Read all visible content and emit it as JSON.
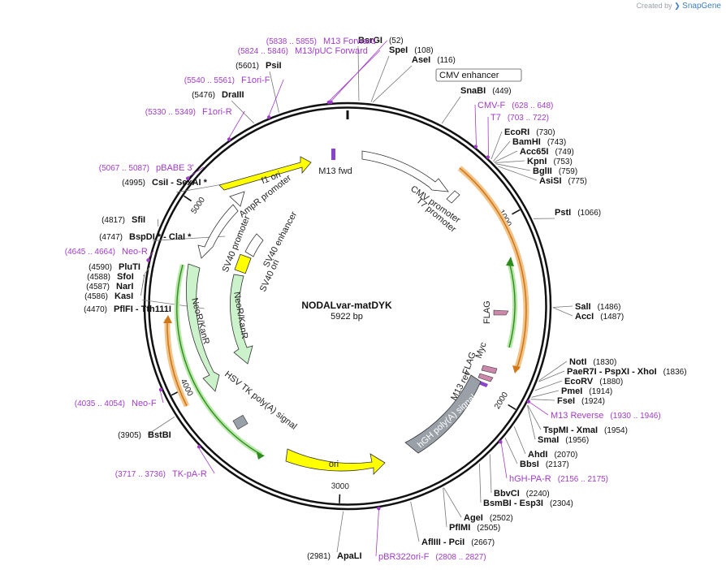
{
  "credit": {
    "prefix": "Created by",
    "brand": "SnapGene"
  },
  "plasmid": {
    "name": "NODALvar-matDYK",
    "size_label": "5922 bp",
    "length": 5922
  },
  "ring_ticks": [
    {
      "pos": 1000,
      "label": "1000"
    },
    {
      "pos": 2000,
      "label": "2000"
    },
    {
      "pos": 3000,
      "label": "3000"
    },
    {
      "pos": 4000,
      "label": "4000"
    },
    {
      "pos": 5000,
      "label": "5000"
    }
  ],
  "sites": [
    {
      "name": "BsrGI",
      "pos": "(52)",
      "bp": 52,
      "side": "R"
    },
    {
      "name": "SpeI",
      "pos": "(108)",
      "bp": 108,
      "side": "R"
    },
    {
      "name": "AseI",
      "pos": "(116)",
      "bp": 116,
      "side": "R"
    },
    {
      "name": "SnaBI",
      "pos": "(449)",
      "bp": 449,
      "side": "R"
    },
    {
      "name": "EcoRI",
      "pos": "(730)",
      "bp": 730,
      "side": "R"
    },
    {
      "name": "BamHI",
      "pos": "(743)",
      "bp": 743,
      "side": "R"
    },
    {
      "name": "Acc65I",
      "pos": "(749)",
      "bp": 749,
      "side": "R"
    },
    {
      "name": "KpnI",
      "pos": "(753)",
      "bp": 753,
      "side": "R"
    },
    {
      "name": "BglII",
      "pos": "(759)",
      "bp": 759,
      "side": "R"
    },
    {
      "name": "AsiSI",
      "pos": "(775)",
      "bp": 775,
      "side": "R"
    },
    {
      "name": "PstI",
      "pos": "(1066)",
      "bp": 1066,
      "side": "R"
    },
    {
      "name": "SalI",
      "pos": "(1486)",
      "bp": 1486,
      "side": "R"
    },
    {
      "name": "AccI",
      "pos": "(1487)",
      "bp": 1487,
      "side": "R"
    },
    {
      "name": "NotI",
      "pos": "(1830)",
      "bp": 1830,
      "side": "R"
    },
    {
      "name": "PaeR7I  - PspXI  - XhoI",
      "pos": "(1836)",
      "bp": 1836,
      "side": "R"
    },
    {
      "name": "EcoRV",
      "pos": "(1880)",
      "bp": 1880,
      "side": "R"
    },
    {
      "name": "PmeI",
      "pos": "(1914)",
      "bp": 1914,
      "side": "R"
    },
    {
      "name": "FseI",
      "pos": "(1924)",
      "bp": 1924,
      "side": "R"
    },
    {
      "name": "TspMI  - XmaI",
      "pos": "(1954)",
      "bp": 1954,
      "side": "R"
    },
    {
      "name": "SmaI",
      "pos": "(1956)",
      "bp": 1956,
      "side": "R"
    },
    {
      "name": "AhdI",
      "pos": "(2070)",
      "bp": 2070,
      "side": "R"
    },
    {
      "name": "BbsI",
      "pos": "(2137)",
      "bp": 2137,
      "side": "R"
    },
    {
      "name": "BbvCI",
      "pos": "(2240)",
      "bp": 2240,
      "side": "R"
    },
    {
      "name": "BsmBI  - Esp3I",
      "pos": "(2304)",
      "bp": 2304,
      "side": "R"
    },
    {
      "name": "AgeI",
      "pos": "(2502)",
      "bp": 2502,
      "side": "R"
    },
    {
      "name": "PflMI",
      "pos": "(2505)",
      "bp": 2505,
      "side": "R"
    },
    {
      "name": "AflIII  - PciI",
      "pos": "(2667)",
      "bp": 2667,
      "side": "R"
    },
    {
      "name": "ApaLI",
      "pos": "(2981)",
      "bp": 2981,
      "side": "L"
    },
    {
      "name": "BstBI",
      "pos": "(3905)",
      "bp": 3905,
      "side": "L"
    },
    {
      "name": "PflFI  - Tth111I",
      "pos": "(4470)",
      "bp": 4470,
      "side": "L"
    },
    {
      "name": "KasI",
      "pos": "(4586)",
      "bp": 4586,
      "side": "L"
    },
    {
      "name": "NarI",
      "pos": "(4587)",
      "bp": 4587,
      "side": "L"
    },
    {
      "name": "SfoI",
      "pos": "(4588)",
      "bp": 4588,
      "side": "L"
    },
    {
      "name": "PluTI",
      "pos": "(4590)",
      "bp": 4590,
      "side": "L"
    },
    {
      "name": "BspDI *  - ClaI *",
      "pos": "(4747)",
      "bp": 4747,
      "side": "L"
    },
    {
      "name": "SfiI",
      "pos": "(4817)",
      "bp": 4817,
      "side": "L"
    },
    {
      "name": "CsiI  - SexAI *",
      "pos": "(4995)",
      "bp": 4995,
      "side": "L"
    },
    {
      "name": "DraIII",
      "pos": "(5476)",
      "bp": 5476,
      "side": "L"
    },
    {
      "name": "PsiI",
      "pos": "(5601)",
      "bp": 5601,
      "side": "L"
    }
  ],
  "primers": [
    {
      "name": "M13 Forward",
      "pos": "(5838 .. 5855)",
      "bp": 5846,
      "side": "L"
    },
    {
      "name": "M13/pUC Forward",
      "pos": "(5824 .. 5846)",
      "bp": 5835,
      "side": "L"
    },
    {
      "name": "F1ori-F",
      "pos": "(5540 .. 5561)",
      "bp": 5550,
      "side": "L"
    },
    {
      "name": "F1ori-R",
      "pos": "(5330 .. 5349)",
      "bp": 5340,
      "side": "L"
    },
    {
      "name": "pBABE 3'",
      "pos": "(5067 .. 5087)",
      "bp": 5077,
      "side": "L"
    },
    {
      "name": "Neo-R",
      "pos": "(4645 .. 4664)",
      "bp": 4655,
      "side": "L"
    },
    {
      "name": "Neo-F",
      "pos": "(4035 .. 4054)",
      "bp": 4045,
      "side": "L"
    },
    {
      "name": "TK-pA-R",
      "pos": "(3717 .. 3736)",
      "bp": 3727,
      "side": "L"
    },
    {
      "name": "CMV-F",
      "pos": "(628 .. 648)",
      "bp": 638,
      "side": "R"
    },
    {
      "name": "T7",
      "pos": "(703 .. 722)",
      "bp": 712,
      "side": "R"
    },
    {
      "name": "M13 Reverse",
      "pos": "(1930 .. 1946)",
      "bp": 1938,
      "side": "R"
    },
    {
      "name": "hGH-PA-R",
      "pos": "(2156 .. 2175)",
      "bp": 2165,
      "side": "R"
    },
    {
      "name": "pBR322ori-F",
      "pos": "(2808 .. 2827)",
      "bp": 2817,
      "side": "R"
    }
  ],
  "boxed_labels": [
    {
      "name": "CMV enhancer"
    }
  ],
  "features": [
    {
      "label": "f1 ori"
    },
    {
      "label": "M13 fwd"
    },
    {
      "label": "CMV promoter"
    },
    {
      "label": "T7 promoter"
    },
    {
      "label": "AmpR promoter"
    },
    {
      "label": "SV40 promoter"
    },
    {
      "label": "SV40 enhancer"
    },
    {
      "label": "SV40 ori"
    },
    {
      "label": "NeoR/KanR"
    },
    {
      "label": "NeoR/KanR"
    },
    {
      "label": "FLAG"
    },
    {
      "label": "FLAG"
    },
    {
      "label": "Myc"
    },
    {
      "label": "M13 rev"
    },
    {
      "label": "hGH poly(A) signal"
    },
    {
      "label": "HSV TK poly(A) signal"
    },
    {
      "label": "ori"
    }
  ],
  "colors": {
    "backbone": "#111111",
    "primer": "#a03dc8",
    "ori_fill": "#ffff00",
    "neo_fill": "#ccf2cc",
    "orf_stroke": "#e89a2c",
    "orf_inner": "#c06010",
    "green_orf": "#2e8b1e",
    "polyA_fill": "#9aa0a8",
    "flag_fill": "#cc88aa",
    "m13_fill": "#8844cc"
  }
}
